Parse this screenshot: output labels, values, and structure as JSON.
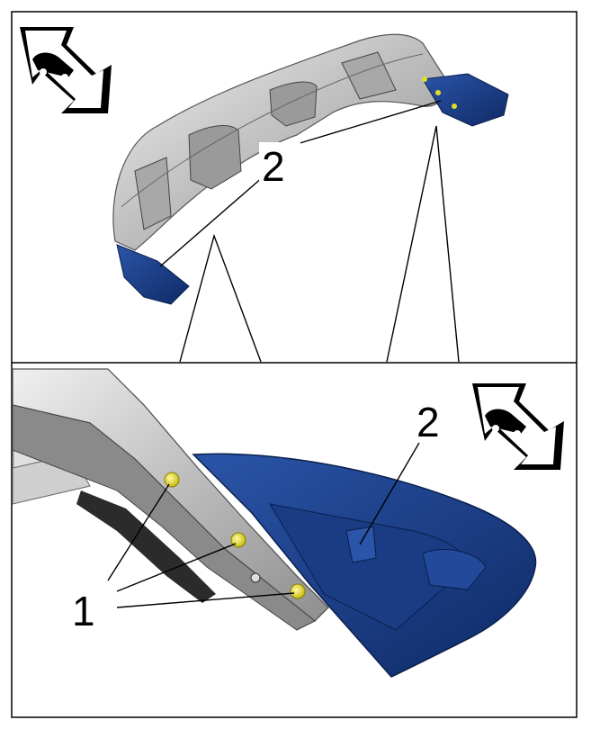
{
  "callouts": {
    "top_two": "2",
    "detail_two": "2",
    "detail_one": "1"
  },
  "icons": {
    "top_direction": "car-direction-arrow-icon",
    "detail_direction": "car-direction-arrow-icon"
  },
  "colors": {
    "trim_blue": "#1c3f88",
    "trim_blue_dark": "#0f2a66",
    "bumper_silver": "#c9c9c9",
    "clip_yellow": "#e4dc2a"
  }
}
